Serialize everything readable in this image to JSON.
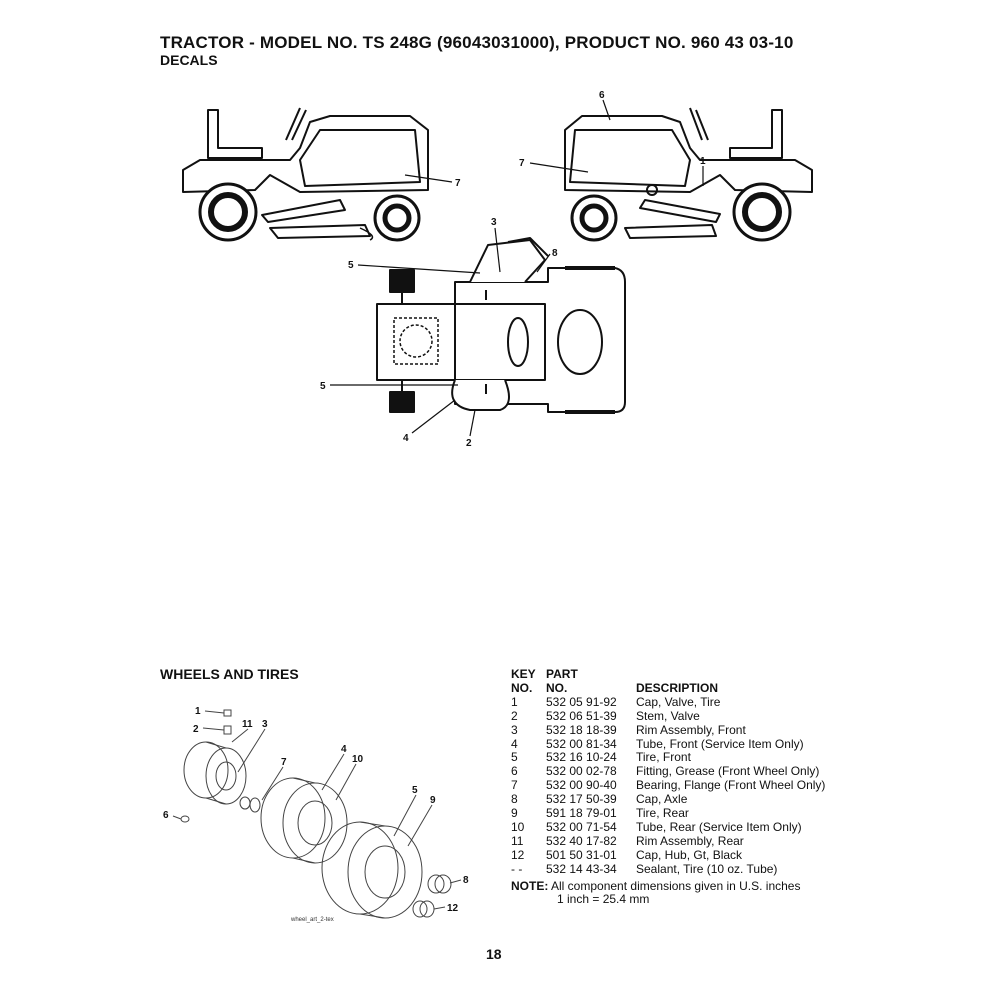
{
  "header": {
    "title": "TRACTOR - MODEL NO. TS 248G (96043031000), PRODUCT NO. 960 43 03-10",
    "subtitle": "DECALS"
  },
  "decals_diagram": {
    "callouts": [
      "7",
      "6",
      "7",
      "1",
      "3",
      "8",
      "5",
      "5",
      "4",
      "2"
    ]
  },
  "wheels_section": {
    "title": "WHEELS AND TIRES",
    "art_label": "wheel_art_2-tex",
    "callouts": [
      "1",
      "2",
      "11",
      "3",
      "7",
      "4",
      "10",
      "5",
      "9",
      "6",
      "8",
      "12"
    ]
  },
  "parts_table": {
    "headers": {
      "key_line1": "KEY",
      "key_line2": "NO.",
      "part_line1": "PART",
      "part_line2": "NO.",
      "description": "DESCRIPTION"
    },
    "rows": [
      {
        "key": "1",
        "part": "532 05 91-92",
        "desc": "Cap, Valve, Tire"
      },
      {
        "key": "2",
        "part": "532 06 51-39",
        "desc": "Stem, Valve"
      },
      {
        "key": "3",
        "part": "532 18 18-39",
        "desc": "Rim Assembly, Front"
      },
      {
        "key": "4",
        "part": "532 00 81-34",
        "desc": "Tube, Front (Service Item Only)"
      },
      {
        "key": "5",
        "part": "532 16 10-24",
        "desc": "Tire, Front"
      },
      {
        "key": "6",
        "part": "532 00 02-78",
        "desc": "Fitting, Grease (Front Wheel Only)"
      },
      {
        "key": "7",
        "part": "532 00 90-40",
        "desc": "Bearing, Flange (Front Wheel Only)"
      },
      {
        "key": "8",
        "part": "532 17 50-39",
        "desc": "Cap, Axle"
      },
      {
        "key": "9",
        "part": "591 18 79-01",
        "desc": "Tire, Rear"
      },
      {
        "key": "10",
        "part": "532 00 71-54",
        "desc": "Tube, Rear (Service Item Only)"
      },
      {
        "key": "11",
        "part": "532 40 17-82",
        "desc": "Rim Assembly, Rear"
      },
      {
        "key": "12",
        "part": "501 50 31-01",
        "desc": "Cap, Hub, Gt, Black"
      },
      {
        "key": "- -",
        "part": "532 14 43-34",
        "desc": "Sealant, Tire (10 oz. Tube)"
      }
    ]
  },
  "note": {
    "label": "NOTE:",
    "line1": "All component dimensions given in U.S. inches",
    "line2": "1 inch = 25.4 mm"
  },
  "page_number": "18"
}
